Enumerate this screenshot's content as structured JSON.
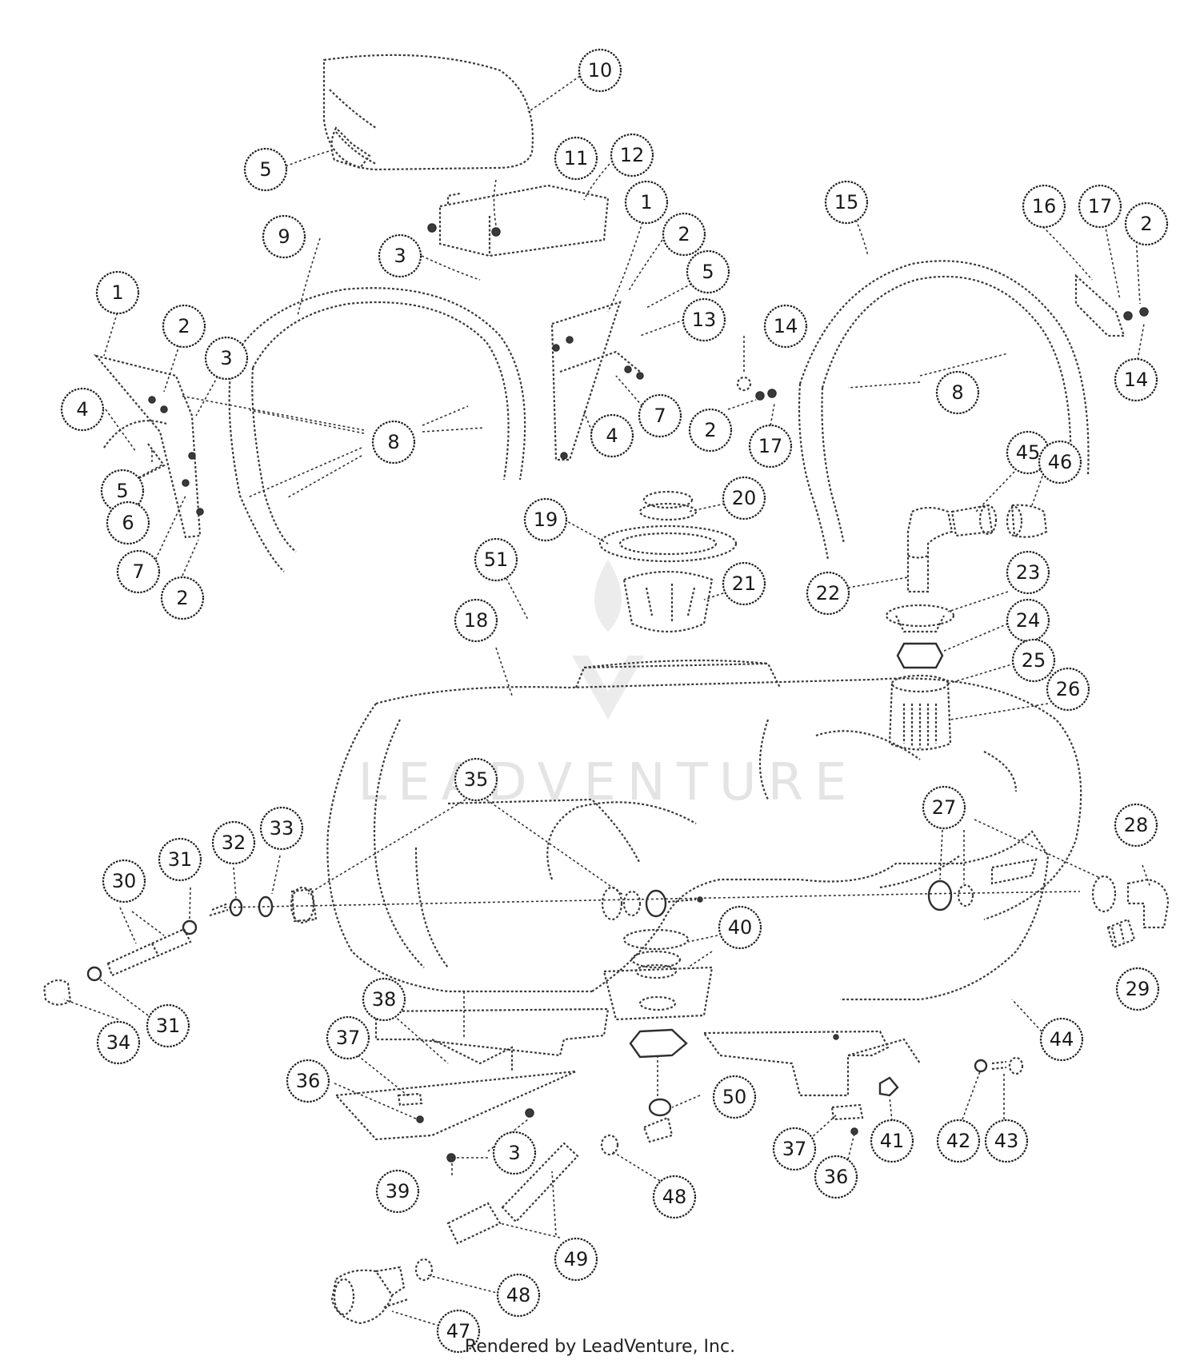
{
  "diagram": {
    "callouts": [
      {
        "id": "c10",
        "label": "10"
      },
      {
        "id": "c5a",
        "label": "5"
      },
      {
        "id": "c11",
        "label": "11"
      },
      {
        "id": "c12",
        "label": "12"
      },
      {
        "id": "c1a",
        "label": "1"
      },
      {
        "id": "c2a",
        "label": "2"
      },
      {
        "id": "c15",
        "label": "15"
      },
      {
        "id": "c16",
        "label": "16"
      },
      {
        "id": "c17a",
        "label": "17"
      },
      {
        "id": "c2b",
        "label": "2"
      },
      {
        "id": "c9",
        "label": "9"
      },
      {
        "id": "c3a",
        "label": "3"
      },
      {
        "id": "c5b",
        "label": "5"
      },
      {
        "id": "c13",
        "label": "13"
      },
      {
        "id": "c14a",
        "label": "14"
      },
      {
        "id": "c1b",
        "label": "1"
      },
      {
        "id": "c2c",
        "label": "2"
      },
      {
        "id": "c3b",
        "label": "3"
      },
      {
        "id": "c14b",
        "label": "14"
      },
      {
        "id": "c4a",
        "label": "4"
      },
      {
        "id": "c8a",
        "label": "8"
      },
      {
        "id": "c7a",
        "label": "7"
      },
      {
        "id": "c8b",
        "label": "8"
      },
      {
        "id": "c2d",
        "label": "2"
      },
      {
        "id": "c17b",
        "label": "17"
      },
      {
        "id": "c4b",
        "label": "4"
      },
      {
        "id": "c45",
        "label": "45"
      },
      {
        "id": "c46",
        "label": "46"
      },
      {
        "id": "c5c",
        "label": "5"
      },
      {
        "id": "c6",
        "label": "6"
      },
      {
        "id": "c20",
        "label": "20"
      },
      {
        "id": "c19",
        "label": "19"
      },
      {
        "id": "c7b",
        "label": "7"
      },
      {
        "id": "c2e",
        "label": "2"
      },
      {
        "id": "c51",
        "label": "51"
      },
      {
        "id": "c21",
        "label": "21"
      },
      {
        "id": "c23",
        "label": "23"
      },
      {
        "id": "c22",
        "label": "22"
      },
      {
        "id": "c18",
        "label": "18"
      },
      {
        "id": "c24",
        "label": "24"
      },
      {
        "id": "c25",
        "label": "25"
      },
      {
        "id": "c26",
        "label": "26"
      },
      {
        "id": "c35",
        "label": "35"
      },
      {
        "id": "c27",
        "label": "27"
      },
      {
        "id": "c28",
        "label": "28"
      },
      {
        "id": "c33",
        "label": "33"
      },
      {
        "id": "c32",
        "label": "32"
      },
      {
        "id": "c31a",
        "label": "31"
      },
      {
        "id": "c30",
        "label": "30"
      },
      {
        "id": "c40",
        "label": "40"
      },
      {
        "id": "c29",
        "label": "29"
      },
      {
        "id": "c31b",
        "label": "31"
      },
      {
        "id": "c38",
        "label": "38"
      },
      {
        "id": "c34",
        "label": "34"
      },
      {
        "id": "c44",
        "label": "44"
      },
      {
        "id": "c37a",
        "label": "37"
      },
      {
        "id": "c36a",
        "label": "36"
      },
      {
        "id": "c50",
        "label": "50"
      },
      {
        "id": "c41",
        "label": "41"
      },
      {
        "id": "c42",
        "label": "42"
      },
      {
        "id": "c43",
        "label": "43"
      },
      {
        "id": "c37b",
        "label": "37"
      },
      {
        "id": "c3c",
        "label": "3"
      },
      {
        "id": "c36b",
        "label": "36"
      },
      {
        "id": "c39",
        "label": "39"
      },
      {
        "id": "c48a",
        "label": "48"
      },
      {
        "id": "c49",
        "label": "49"
      },
      {
        "id": "c48b",
        "label": "48"
      },
      {
        "id": "c47",
        "label": "47"
      }
    ]
  },
  "watermark": {
    "text": "LEADVENTURE"
  },
  "footer": {
    "credit": "Rendered by LeadVenture, Inc."
  }
}
